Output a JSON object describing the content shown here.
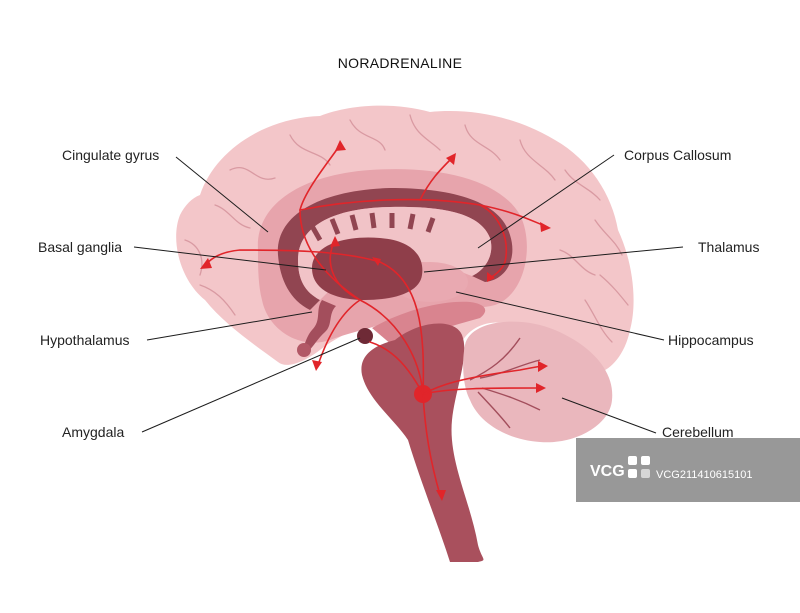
{
  "title": "NORADRENALINE",
  "labels": {
    "cingulate_gyrus": "Cingulate gyrus",
    "basal_ganglia": "Basal ganglia",
    "hypothalamus": "Hypothalamus",
    "amygdala": "Amygdala",
    "corpus_callosum": "Corpus Callosum",
    "thalamus": "Thalamus",
    "hippocampus": "Hippocampus",
    "cerebellum": "Cerebellum"
  },
  "watermark": {
    "logo_text": "VCG",
    "id_text": "VCG211410615101"
  },
  "colors": {
    "cortex": "#f3c6c9",
    "limbic_ring": "#e7a4ac",
    "corpus_callosum": "#914551",
    "basal_ganglia": "#8f3e4a",
    "brainstem": "#a9505d",
    "cerebellum": "#eab7bd",
    "pathway": "#e1252a",
    "watermark_bg": "#8a8a8a"
  }
}
